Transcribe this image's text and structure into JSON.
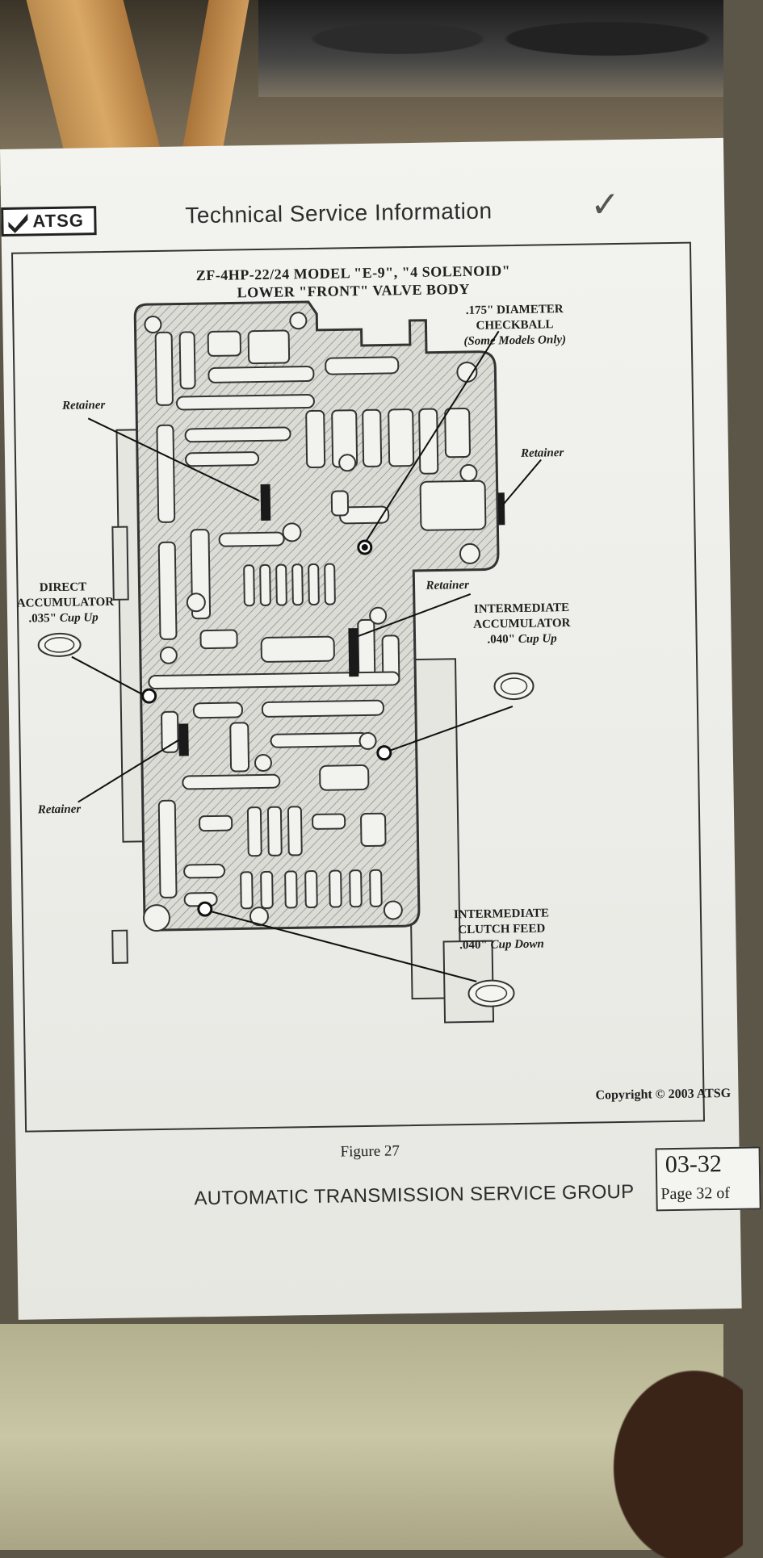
{
  "header": {
    "logo_text": "ATSG",
    "title": "Technical Service Information",
    "checkmark": "✓"
  },
  "figure": {
    "title_line1": "ZF-4HP-22/24  MODEL \"E-9\", \"4 SOLENOID\"",
    "title_line2": "LOWER \"FRONT\" VALVE BODY",
    "caption": "Figure 27"
  },
  "labels": {
    "checkball_line1": ".175\" DIAMETER",
    "checkball_line2": "CHECKBALL",
    "checkball_line3": "(Some Models Only)",
    "retainer_top_left": "Retainer",
    "retainer_right": "Retainer",
    "retainer_center": "Retainer",
    "retainer_bottom_left": "Retainer",
    "direct_line1": "DIRECT",
    "direct_line2": "ACCUMULATOR",
    "direct_line3_num": ".035\"",
    "direct_line3_txt": "Cup Up",
    "intermediate_acc_line1": "INTERMEDIATE",
    "intermediate_acc_line2": "ACCUMULATOR",
    "intermediate_acc_line3_num": ".040\"",
    "intermediate_acc_line3_txt": "Cup Up",
    "clutch_line1": "INTERMEDIATE",
    "clutch_line2": "CLUTCH FEED",
    "clutch_line3_num": ".040\"",
    "clutch_line3_txt": "Cup Down"
  },
  "footer": {
    "copyright": "Copyright © 2003 ATSG",
    "organization": "AUTOMATIC TRANSMISSION SERVICE GROUP",
    "page_number": "03-32",
    "page_of": "Page 32 of"
  }
}
